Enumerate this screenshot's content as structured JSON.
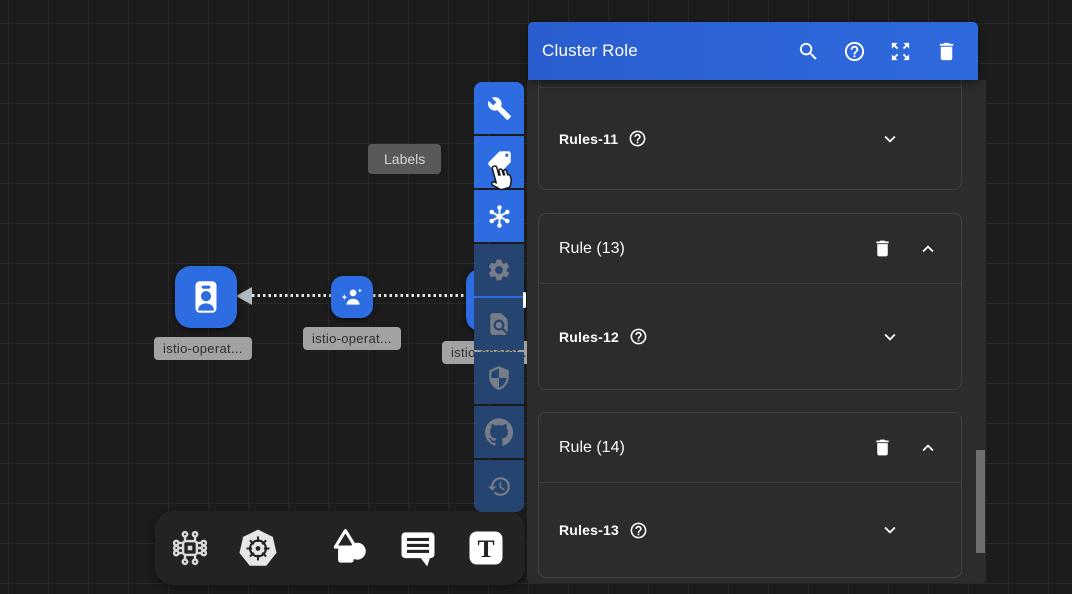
{
  "canvas": {
    "nodes": [
      {
        "label": "istio-operat...",
        "icon": "id-badge-icon"
      },
      {
        "label": "istio-operat...",
        "icon": "user-sparkle-icon"
      },
      {
        "label": "istio-operat...",
        "icon": "hidden-behind-toolbar"
      }
    ],
    "edge_style": "dotted line, arrowhead pointing left"
  },
  "tooltip": {
    "label": "Labels"
  },
  "side_toolbar": {
    "tools": [
      {
        "name": "wrench-icon",
        "active": true
      },
      {
        "name": "labels-tag-icon",
        "active": true
      },
      {
        "name": "hub-icon",
        "active": true
      },
      {
        "name": "settings-gear-icon",
        "active": false
      },
      {
        "name": "find-in-page-icon",
        "active": false
      },
      {
        "name": "security-shield-icon",
        "active": false
      },
      {
        "name": "github-icon",
        "active": false
      },
      {
        "name": "history-icon",
        "active": false
      }
    ]
  },
  "bottom_toolbar": {
    "tools": [
      "components-icon",
      "kubernetes-icon",
      "shapes-icon",
      "comment-icon",
      "text-icon"
    ]
  },
  "panel": {
    "title": "Cluster Role",
    "header_icons": [
      "search-icon",
      "help-icon",
      "expand-icon",
      "delete-icon"
    ],
    "cards": [
      {
        "rules_label": "Rules-11"
      },
      {
        "title": "Rule (13)",
        "rules_label": "Rules-12"
      },
      {
        "title": "Rule (14)",
        "rules_label": "Rules-13"
      }
    ]
  },
  "colors": {
    "accent_blue": "#2e6ce2",
    "header_blue": "#2b62d6",
    "inactive_tool_bg": "#264470",
    "panel_bg": "#2c2c2c",
    "canvas_bg": "#1c1c1c",
    "node_label_bg": "#a2a2a2"
  }
}
